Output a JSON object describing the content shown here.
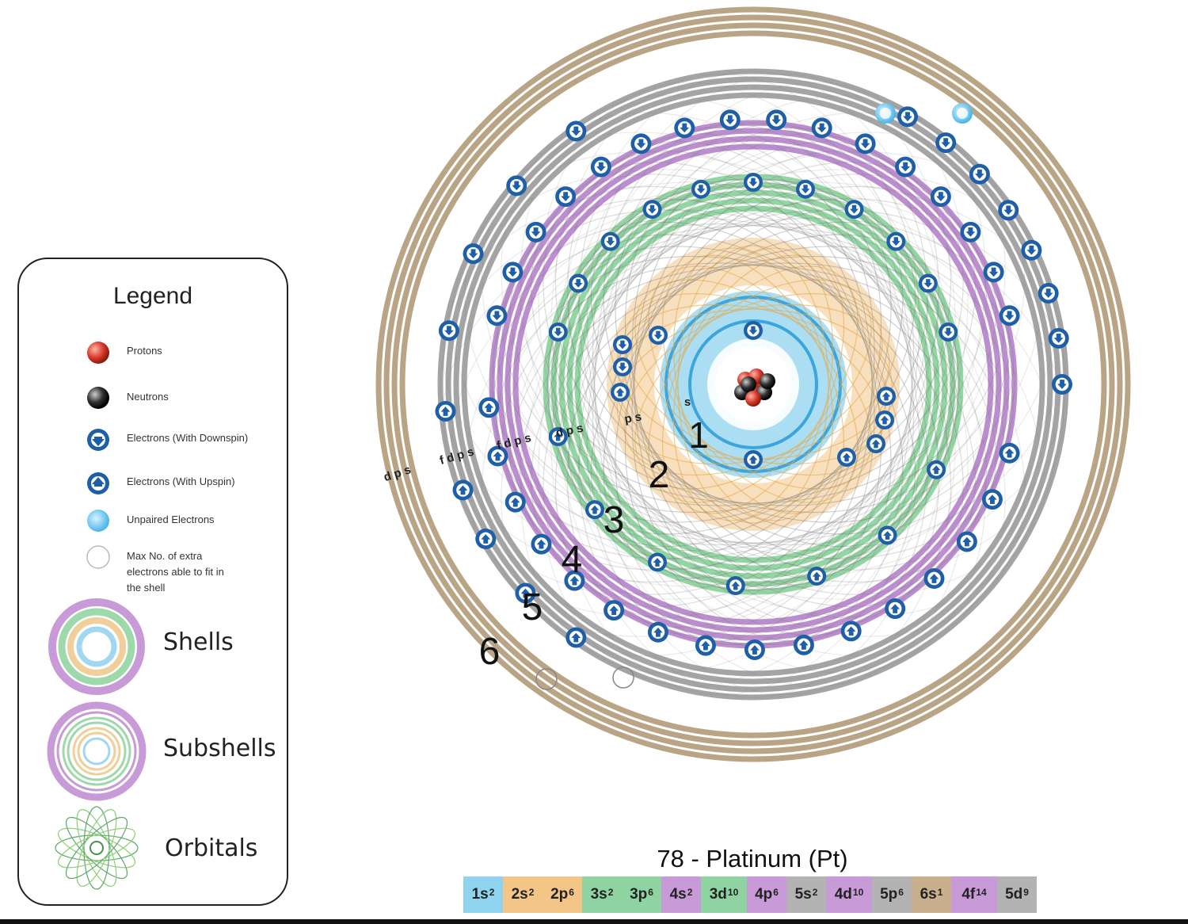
{
  "element": {
    "title": "78 - Platinum (Pt)",
    "number": 78,
    "name": "Platinum",
    "symbol": "Pt"
  },
  "legend": {
    "title": "Legend",
    "items": [
      {
        "label": "Protons",
        "icon": "proton-icon"
      },
      {
        "label": "Neutrons",
        "icon": "neutron-icon"
      },
      {
        "label": "Electrons (With Downspin)",
        "icon": "electron-down-icon"
      },
      {
        "label": "Electrons (With Upspin)",
        "icon": "electron-up-icon"
      },
      {
        "label": "Unpaired Electrons",
        "icon": "unpaired-electron-icon"
      },
      {
        "label": "Max No. of extra electrons able to fit in the shell",
        "icon": "empty-slot-icon"
      }
    ],
    "shells_label": "Shells",
    "subshells_label": "Subshells",
    "orbitals_label": "Orbitals"
  },
  "shell_numbers": [
    "1",
    "2",
    "3",
    "4",
    "5",
    "6"
  ],
  "subshell_labels": [
    "s",
    "p s",
    "d p s",
    "f d p s",
    "f d p s",
    "d p s"
  ],
  "configuration": [
    {
      "orbital": "1s",
      "count": "2",
      "color": "#8fd3ef"
    },
    {
      "orbital": "2s",
      "count": "2",
      "color": "#f3c587"
    },
    {
      "orbital": "2p",
      "count": "6",
      "color": "#f3c587"
    },
    {
      "orbital": "3s",
      "count": "2",
      "color": "#8fd3a3"
    },
    {
      "orbital": "3p",
      "count": "6",
      "color": "#8fd3a3"
    },
    {
      "orbital": "4s",
      "count": "2",
      "color": "#c89ad8"
    },
    {
      "orbital": "3d",
      "count": "10",
      "color": "#8fd3a3"
    },
    {
      "orbital": "4p",
      "count": "6",
      "color": "#c89ad8"
    },
    {
      "orbital": "5s",
      "count": "2",
      "color": "#b3b3b3"
    },
    {
      "orbital": "4d",
      "count": "10",
      "color": "#c89ad8"
    },
    {
      "orbital": "5p",
      "count": "6",
      "color": "#b3b3b3"
    },
    {
      "orbital": "6s",
      "count": "1",
      "color": "#c8b08e"
    },
    {
      "orbital": "4f",
      "count": "14",
      "color": "#c89ad8"
    },
    {
      "orbital": "5d",
      "count": "9",
      "color": "#b3b3b3"
    }
  ],
  "colors": {
    "shell1": "#8fd3ef",
    "shell2": "#f3c587",
    "shell3": "#8fd3a3",
    "shell4": "#b07ac8",
    "shell5": "#9a9a9a",
    "shell6": "#b5a080",
    "electron": "#1f5fa8",
    "unpaired": "#6ec6f0",
    "proton": "#d83a2a",
    "neutron": "#222222"
  },
  "electrons_per_shell": [
    2,
    8,
    18,
    32,
    17,
    1
  ]
}
